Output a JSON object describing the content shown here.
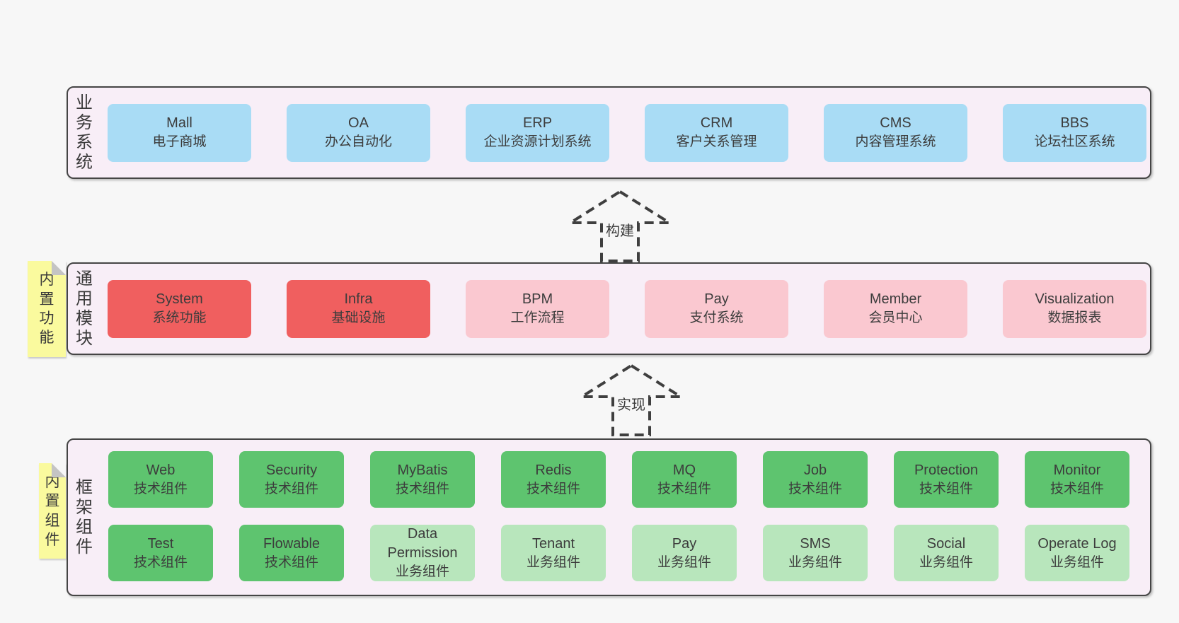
{
  "colors": {
    "page_bg": "#f7f7f7",
    "panel_bg": "#f8eef7",
    "panel_border": "#454545",
    "blue_box": "#a9dcf5",
    "red_box": "#f05f5f",
    "pink_box": "#fac8d0",
    "green_dark_box": "#5ec46f",
    "green_light_box": "#b8e6bc",
    "sticky_bg": "#fafa9e",
    "text": "#3c3c3c"
  },
  "sections": [
    {
      "id": "business-systems",
      "label": "业\n务\n系\n统",
      "boxes": [
        {
          "name": "Mall",
          "desc": "电子商城",
          "type": "blue"
        },
        {
          "name": "OA",
          "desc": "办公自动化",
          "type": "blue"
        },
        {
          "name": "ERP",
          "desc": "企业资源计划系统",
          "type": "blue"
        },
        {
          "name": "CRM",
          "desc": "客户关系管理",
          "type": "blue"
        },
        {
          "name": "CMS",
          "desc": "内容管理系统",
          "type": "blue"
        },
        {
          "name": "BBS",
          "desc": "论坛社区系统",
          "type": "blue"
        }
      ]
    },
    {
      "id": "common-modules",
      "label": "通\n用\n模\n块",
      "sticky_label": "内\n置\n功\n能",
      "boxes": [
        {
          "name": "System",
          "desc": "系统功能",
          "type": "red"
        },
        {
          "name": "Infra",
          "desc": "基础设施",
          "type": "red"
        },
        {
          "name": "BPM",
          "desc": "工作流程",
          "type": "pink"
        },
        {
          "name": "Pay",
          "desc": "支付系统",
          "type": "pink"
        },
        {
          "name": "Member",
          "desc": "会员中心",
          "type": "pink"
        },
        {
          "name": "Visualization",
          "desc": "数据报表",
          "type": "pink"
        }
      ]
    },
    {
      "id": "framework-components",
      "label": "框\n架\n组\n件",
      "sticky_label": "内\n置\n组\n件",
      "rows": [
        [
          {
            "name": "Web",
            "desc": "技术组件",
            "type": "green-dark"
          },
          {
            "name": "Security",
            "desc": "技术组件",
            "type": "green-dark"
          },
          {
            "name": "MyBatis",
            "desc": "技术组件",
            "type": "green-dark"
          },
          {
            "name": "Redis",
            "desc": "技术组件",
            "type": "green-dark"
          },
          {
            "name": "MQ",
            "desc": "技术组件",
            "type": "green-dark"
          },
          {
            "name": "Job",
            "desc": "技术组件",
            "type": "green-dark"
          },
          {
            "name": "Protection",
            "desc": "技术组件",
            "type": "green-dark"
          },
          {
            "name": "Monitor",
            "desc": "技术组件",
            "type": "green-dark"
          }
        ],
        [
          {
            "name": "Test",
            "desc": "技术组件",
            "type": "green-dark"
          },
          {
            "name": "Flowable",
            "desc": "技术组件",
            "type": "green-dark"
          },
          {
            "name": "Data Permission",
            "desc": "业务组件",
            "type": "green-light"
          },
          {
            "name": "Tenant",
            "desc": "业务组件",
            "type": "green-light"
          },
          {
            "name": "Pay",
            "desc": "业务组件",
            "type": "green-light"
          },
          {
            "name": "SMS",
            "desc": "业务组件",
            "type": "green-light"
          },
          {
            "name": "Social",
            "desc": "业务组件",
            "type": "green-light"
          },
          {
            "name": "Operate Log",
            "desc": "业务组件",
            "type": "green-light"
          }
        ]
      ]
    }
  ],
  "arrows": [
    {
      "label": "构建"
    },
    {
      "label": "实现"
    }
  ]
}
